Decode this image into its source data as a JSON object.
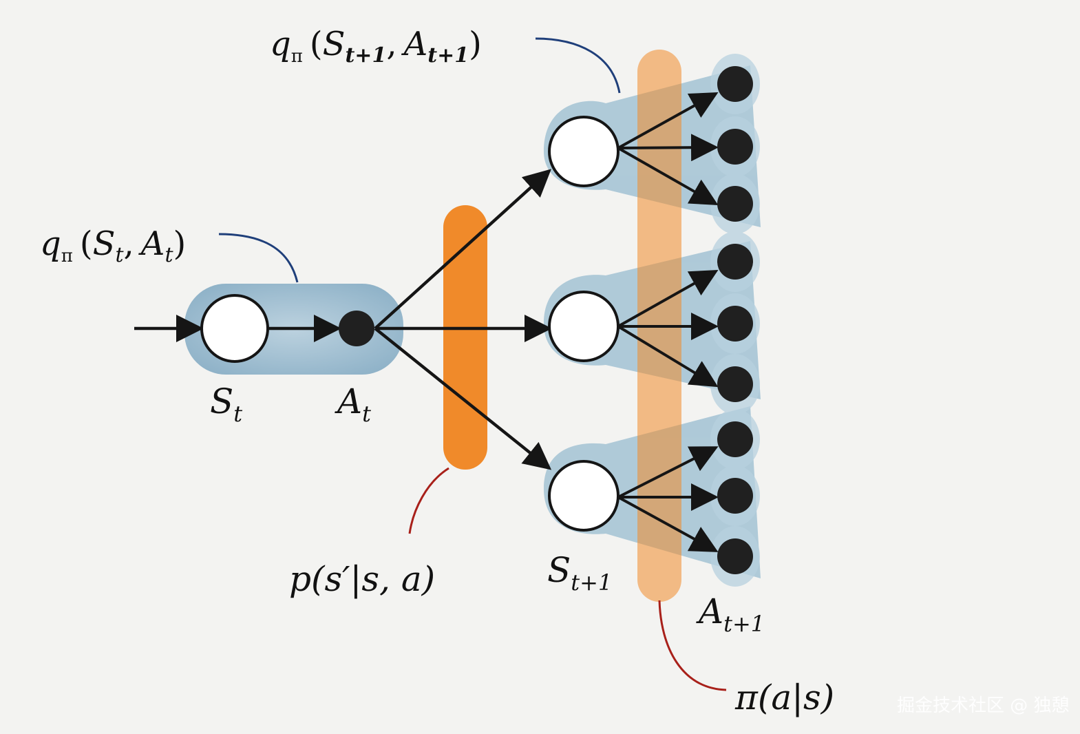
{
  "labels": {
    "q_root": {
      "q": "q",
      "pi": "π",
      "open": "(",
      "s": "S",
      "s_sub": "t",
      "comma": ",",
      "a": "A",
      "a_sub": "t",
      "close": ")"
    },
    "q_next": {
      "q": "q",
      "pi": "π",
      "open": "(",
      "s": "S",
      "s_sub": "t+1",
      "comma": ",",
      "a": "A",
      "a_sub": "t+1",
      "close": ")"
    },
    "s_t": {
      "main": "S",
      "sub": "t"
    },
    "a_t": {
      "main": "A",
      "sub": "t"
    },
    "s_next": {
      "main": "S",
      "sub": "t+1"
    },
    "a_next": {
      "main": "A",
      "sub": "t+1"
    },
    "transition": "p(s′|s, a)",
    "policy": "π(a|s)"
  },
  "watermark": "掘金技术社区 @ 独憩",
  "colors": {
    "background": "#f3f3f1",
    "blue_highlight": "#8fb3c8",
    "orange_bar": "#f08a2a",
    "node_dark": "#202020",
    "leader_blue": "#1f3f7a",
    "leader_red": "#a8201a"
  }
}
